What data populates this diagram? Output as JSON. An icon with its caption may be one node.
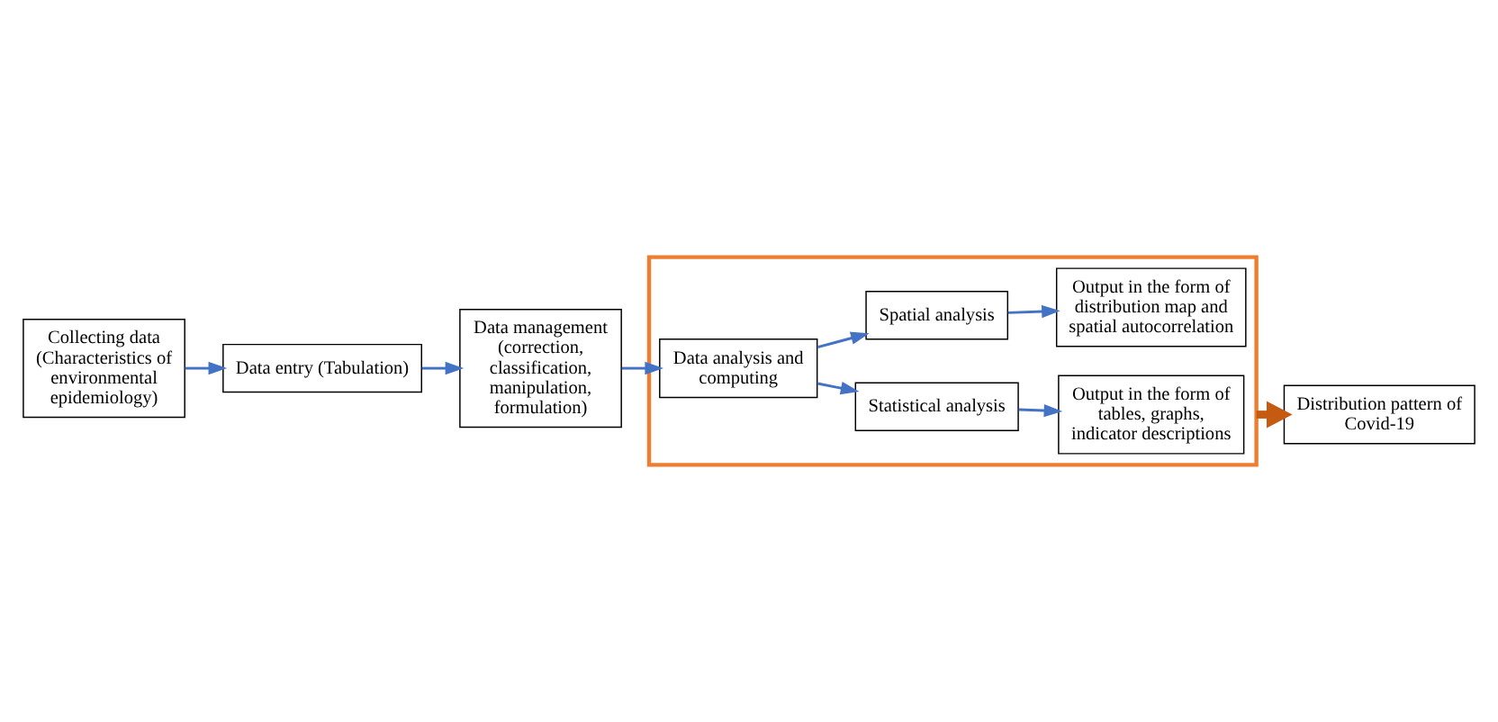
{
  "diagram": {
    "nodes": [
      {
        "text": [
          "Collecting data (Characteristics of environmental epidemiology)"
        ]
      },
      {
        "text": [
          "Data entry (Tabulation)"
        ]
      },
      {
        "text": [
          "Data management (correction, classification, manipulation, formulation)"
        ]
      },
      {
        "text": [],
        "shape": "box"
      },
      {
        "text": [
          "Output in the form of tables, graphs, indicator descriptions"
        ],
        "in": 3
      },
      {
        "text": [
          "Statistical analysis"
        ],
        "in": 3
      },
      {
        "text": [
          "Data analysis and computing"
        ],
        "in": 3
      },
      {
        "text": [
          "Distribution pattern of Covid-19"
        ]
      },
      {
        "text": [
          "Output in the form of distribution map and spatial autocorrelation"
        ],
        "in": 3
      },
      {
        "text": [
          "Spatial analysis"
        ],
        "in": 3
      }
    ],
    "edges": [
      {
        "from": 0,
        "to": 1,
        "arrow": "to"
      },
      {
        "from": 1,
        "to": 2,
        "arrow": "to"
      },
      {
        "from": 2,
        "to": 6,
        "arrow": "to"
      },
      {
        "from": 6,
        "to": 5,
        "arrow": "to"
      },
      {
        "from": 6,
        "to": 9,
        "arrow": "to"
      },
      {
        "from": 5,
        "to": 4,
        "arrow": "to"
      },
      {
        "from": 9,
        "to": 8,
        "arrow": "to"
      },
      {
        "from": 3,
        "to": 7,
        "arrow": "to",
        "style": "thick",
        "color": "#c55a11"
      }
    ]
  }
}
